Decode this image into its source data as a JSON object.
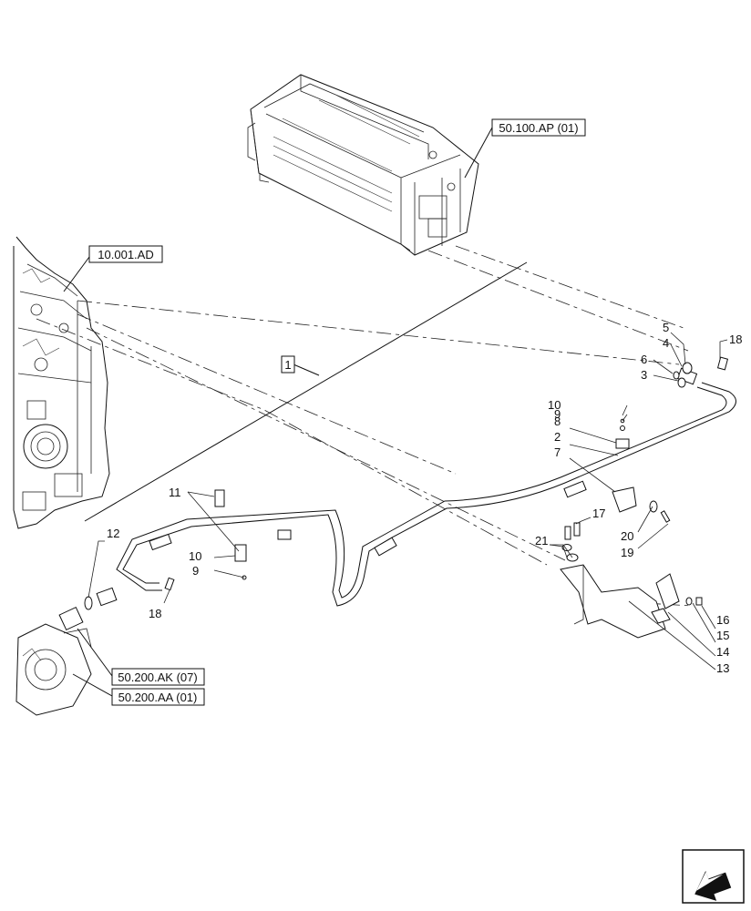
{
  "references": {
    "ref_battery": "50.100.AP (01)",
    "ref_engine": "10.001.AD",
    "ref_hose_ak": "50.200.AK (07)",
    "ref_hose_aa": "50.200.AA (01)"
  },
  "assembly_label": "1",
  "callouts": {
    "c2": "2",
    "c3": "3",
    "c4": "4",
    "c5": "5",
    "c6": "6",
    "c7": "7",
    "c8": "8",
    "c9a": "9",
    "c9b": "9",
    "c10a": "10",
    "c10b": "10",
    "c11": "11",
    "c12": "12",
    "c13": "13",
    "c14": "14",
    "c15": "15",
    "c16": "16",
    "c17": "17",
    "c18a": "18",
    "c18b": "18",
    "c19": "19",
    "c20": "20",
    "c21": "21"
  },
  "icons": {
    "nav": "arrow-back-icon"
  }
}
